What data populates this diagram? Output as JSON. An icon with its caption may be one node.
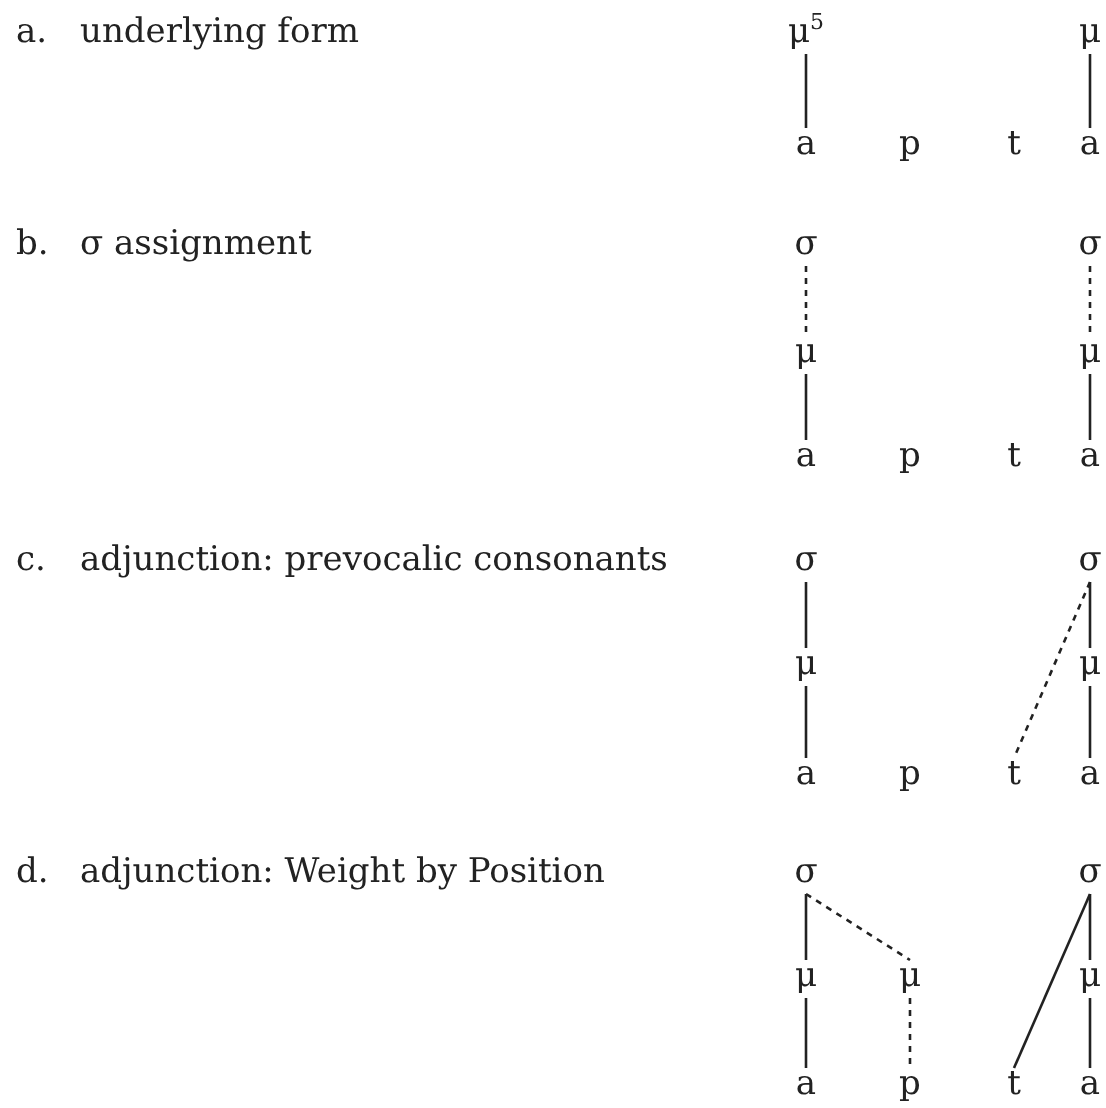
{
  "diagram": {
    "nodes": [
      {
        "text": [
          "μ$^{5}$"
        ]
      },
      {
        "text": [
          "μ"
        ]
      },
      {
        "text": [
          "a"
        ]
      },
      {
        "text": [
          "a"
        ]
      },
      {
        "text": [
          "σ"
        ]
      },
      {
        "text": [
          "σ"
        ]
      },
      {
        "text": [
          "μ"
        ]
      },
      {
        "text": [
          "μ"
        ]
      },
      {
        "text": [
          "a"
        ]
      },
      {
        "text": [
          "a"
        ]
      },
      {
        "text": [
          "σ"
        ]
      },
      {
        "text": [
          "σ"
        ]
      },
      {
        "text": [
          "μ"
        ]
      },
      {
        "text": [
          "μ"
        ]
      },
      {
        "text": [
          "a"
        ]
      },
      {
        "text": [
          "t"
        ]
      },
      {
        "text": [
          "a"
        ]
      },
      {
        "text": [
          "σ"
        ]
      },
      {
        "text": [
          "σ"
        ]
      },
      {
        "text": [
          "μ"
        ]
      },
      {
        "text": [
          "μ"
        ]
      },
      {
        "text": [
          "μ"
        ]
      },
      {
        "text": [
          "a"
        ]
      },
      {
        "text": [
          "p"
        ]
      },
      {
        "text": [
          "t"
        ]
      },
      {
        "text": [
          "a"
        ]
      }
    ],
    "edges": [
      {
        "from": 0,
        "to": 2,
        "arrow": "none"
      },
      {
        "from": 1,
        "to": 3,
        "arrow": "none"
      },
      {
        "from": 4,
        "to": 6,
        "arrow": "none",
        "style": "dashed"
      },
      {
        "from": 5,
        "to": 7,
        "arrow": "none",
        "style": "dashed"
      },
      {
        "from": 6,
        "to": 8,
        "arrow": "none"
      },
      {
        "from": 7,
        "to": 9,
        "arrow": "none"
      },
      {
        "from": 10,
        "to": 12,
        "arrow": "none"
      },
      {
        "from": 11,
        "to": 13,
        "arrow": "none"
      },
      {
        "from": 11,
        "to": 15,
        "arrow": "none",
        "style": "dashed"
      },
      {
        "from": 12,
        "to": 14,
        "arrow": "none"
      },
      {
        "from": 13,
        "to": 16,
        "arrow": "none"
      },
      {
        "from": 17,
        "to": 19,
        "arrow": "none"
      },
      {
        "from": 17,
        "to": 20,
        "arrow": "none",
        "style": "dashed"
      },
      {
        "from": 18,
        "to": 21,
        "arrow": "none"
      },
      {
        "from": 18,
        "to": 24,
        "arrow": "none"
      },
      {
        "from": 19,
        "to": 22,
        "arrow": "none"
      },
      {
        "from": 20,
        "to": 23,
        "arrow": "none",
        "style": "dashed"
      },
      {
        "from": 21,
        "to": 25,
        "arrow": "none"
      }
    ],
    "labels": [
      "a.",
      "underlying form",
      "p",
      "t",
      "b.",
      "σ assignment",
      "p",
      "t",
      "c.",
      "adjunction: prevocalic consonants",
      "p",
      "d.",
      "adjunction: Weight by Position"
    ]
  }
}
